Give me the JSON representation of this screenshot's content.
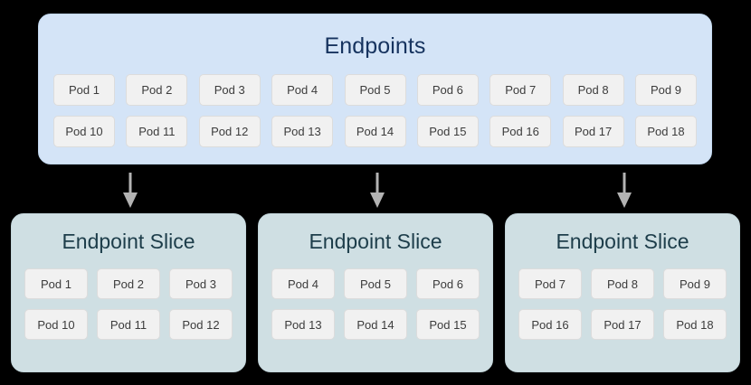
{
  "diagram": {
    "background_color": "#000000",
    "endpoints": {
      "title": "Endpoints",
      "fill_color": "#d4e4f7",
      "title_color": "#16335f",
      "rows": [
        [
          "Pod 1",
          "Pod 2",
          "Pod 3",
          "Pod 4",
          "Pod 5",
          "Pod 6",
          "Pod 7",
          "Pod 8",
          "Pod 9"
        ],
        [
          "Pod 10",
          "Pod 11",
          "Pod 12",
          "Pod 13",
          "Pod 14",
          "Pod 15",
          "Pod 16",
          "Pod 17",
          "Pod 18"
        ]
      ]
    },
    "arrows": {
      "color": "#b3b3b3",
      "count": 3,
      "direction": "down"
    },
    "slices": [
      {
        "title": "Endpoint Slice",
        "fill_color": "#cfdfe3",
        "title_color": "#1d3d4a",
        "rows": [
          [
            "Pod 1",
            "Pod 2",
            "Pod 3"
          ],
          [
            "Pod 10",
            "Pod 11",
            "Pod 12"
          ]
        ]
      },
      {
        "title": "Endpoint Slice",
        "fill_color": "#cfdfe3",
        "title_color": "#1d3d4a",
        "rows": [
          [
            "Pod 4",
            "Pod 5",
            "Pod 6"
          ],
          [
            "Pod 13",
            "Pod 14",
            "Pod 15"
          ]
        ]
      },
      {
        "title": "Endpoint Slice",
        "fill_color": "#cfdfe3",
        "title_color": "#1d3d4a",
        "rows": [
          [
            "Pod 7",
            "Pod 8",
            "Pod 9"
          ],
          [
            "Pod 16",
            "Pod 17",
            "Pod 18"
          ]
        ]
      }
    ]
  }
}
